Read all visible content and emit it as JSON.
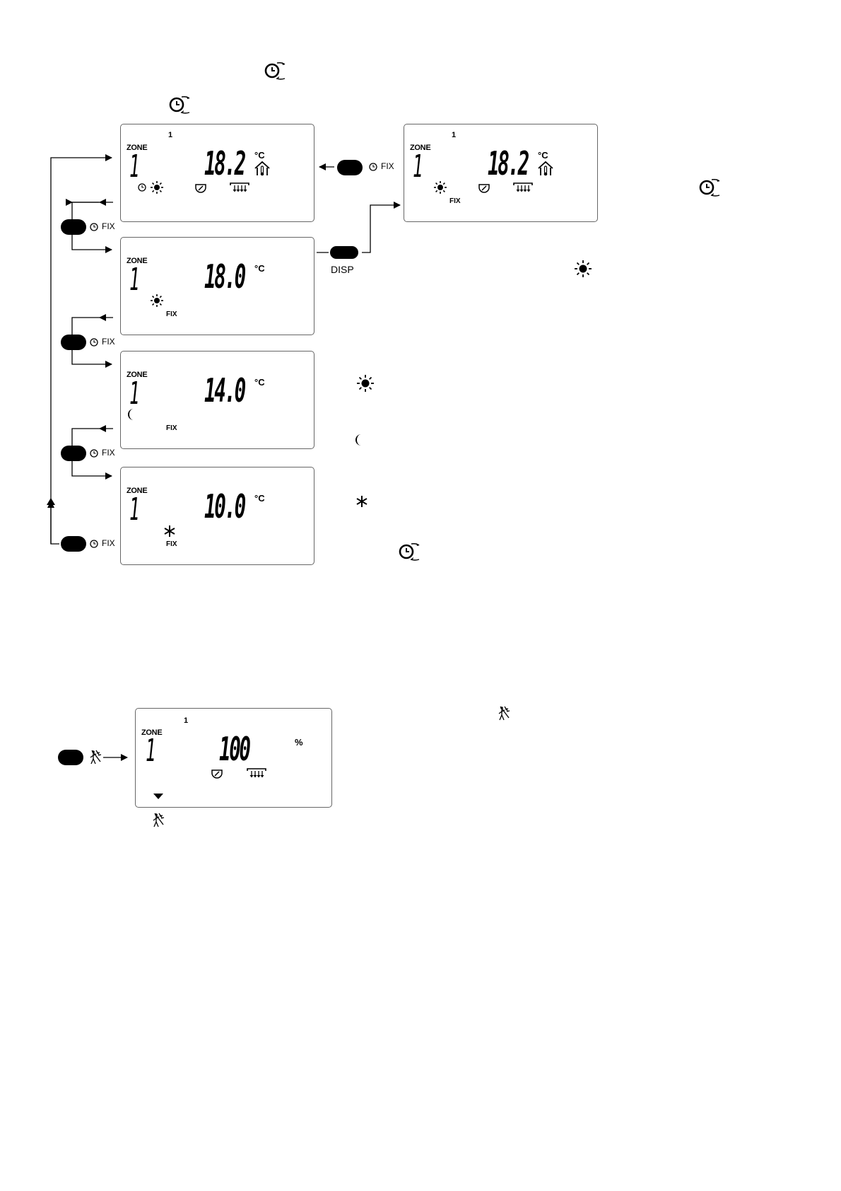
{
  "lcd_top_left": {
    "zone_label": "ZONE",
    "zone_number": "1",
    "channel": "1",
    "temperature": "18.2",
    "unit": "°C"
  },
  "lcd_top_right": {
    "zone_label": "ZONE",
    "zone_number": "1",
    "channel": "1",
    "temperature": "18.2",
    "unit": "°C",
    "mode_label": "FIX"
  },
  "lcd_comfort": {
    "zone_label": "ZONE",
    "zone_number": "1",
    "temperature": "18.0",
    "unit": "°C",
    "mode_label": "FIX"
  },
  "lcd_economy": {
    "zone_label": "ZONE",
    "zone_number": "1",
    "temperature": "14.0",
    "unit": "°C",
    "mode_label": "FIX"
  },
  "lcd_frost": {
    "zone_label": "ZONE",
    "zone_number": "1",
    "temperature": "10.0",
    "unit": "°C",
    "mode_label": "FIX"
  },
  "lcd_chimney": {
    "zone_label": "ZONE",
    "zone_number": "1",
    "channel": "1",
    "value": "100",
    "unit": "%"
  },
  "buttons": {
    "fix_label": "FIX",
    "disp_label": "DISP"
  },
  "icons": [
    "clock-cycle-icon",
    "sun-icon",
    "moon-icon",
    "snowflake-icon",
    "chimney-sweep-icon",
    "valve-icon",
    "radiator-icon",
    "house-thermometer-icon"
  ]
}
